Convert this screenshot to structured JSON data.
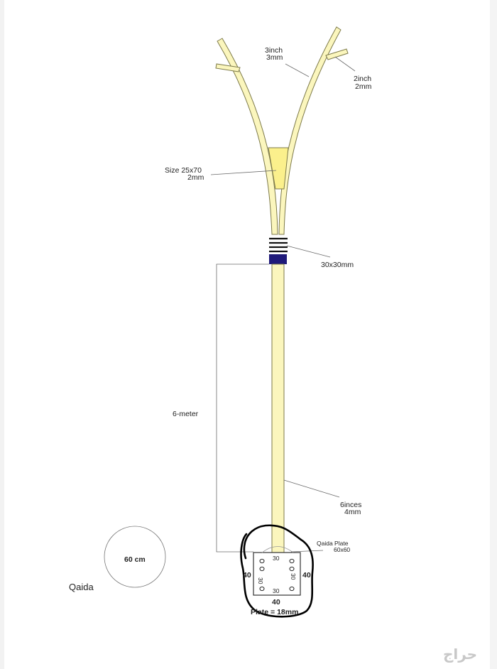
{
  "labels": {
    "branch_main_1": "3inch",
    "branch_main_2": "3mm",
    "branch_side_1": "2inch",
    "branch_side_2": "2mm",
    "plate_size_1": "Size 25x70",
    "plate_size_2": "2mm",
    "collar": "30x30mm",
    "height": "6-meter",
    "pole_1": "6inces",
    "pole_2": "4mm",
    "qaida_plate_1": "Qaida Plate",
    "qaida_plate_2": "60x60",
    "base_top_inner": "30",
    "base_bottom_inner": "30",
    "base_left_inner": "30",
    "base_right_inner": "30",
    "base_left_outer": "40",
    "base_right_outer": "40",
    "base_bottom_outer": "40",
    "plate_thickness": "Plate = 18mm",
    "footing_circle": "60 cm",
    "footing_title": "Qaida",
    "watermark": "حراج"
  },
  "colors": {
    "pole_fill": "#fbf6bd",
    "pole_stroke": "#7d7a4a",
    "plate_fill": "#fbf08c",
    "collar": "#1f1a7a",
    "leader": "#6b6b6b",
    "annotation_ink": "#000000"
  }
}
